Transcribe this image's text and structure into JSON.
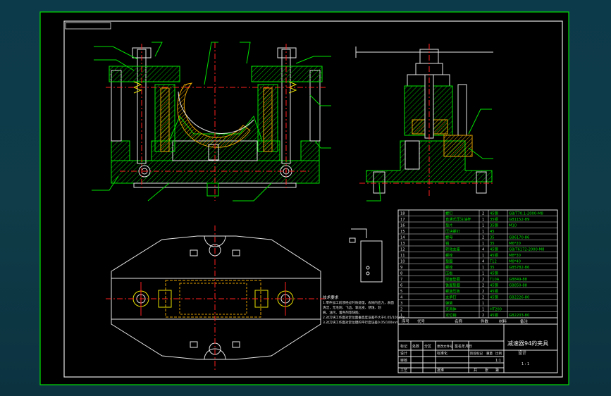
{
  "title_block": {
    "main_title": "减速器94的夹具",
    "sub_title": "设计",
    "scale_row": "1:1",
    "sheet": "1 : 1"
  },
  "header_row": {
    "col_no": "序号",
    "col_code": "代号",
    "col_name": "名称",
    "col_qty": "件数",
    "col_mat": "材料",
    "col_note": "备注"
  },
  "parts_list": [
    {
      "no": "18",
      "name": "螺钉",
      "qty": "2",
      "mat": "45钢",
      "code": "GB/T70.1-2000-M8"
    },
    {
      "no": "17",
      "name": "直通式压注油杯",
      "qty": "1",
      "mat": "35钢",
      "code": "GB1152-89"
    },
    {
      "no": "16",
      "name": "垫片",
      "qty": "1",
      "mat": "35钢",
      "code": "M10"
    },
    {
      "no": "15",
      "name": "压块螺钉",
      "qty": "1",
      "mat": "45",
      "code": ""
    },
    {
      "no": "14",
      "name": "螺母",
      "qty": "2",
      "mat": "35",
      "code": "GB6170-86"
    },
    {
      "no": "13",
      "name": "销",
      "qty": "1",
      "mat": "35",
      "code": "M6*20"
    },
    {
      "no": "12",
      "name": "转动支座",
      "qty": "4",
      "mat": "45钢",
      "code": "GB/T6172-2000-M8"
    },
    {
      "no": "11",
      "name": "螺栓",
      "qty": "1",
      "mat": "45钢",
      "code": "M8*30"
    },
    {
      "no": "10",
      "name": "垫圈",
      "qty": "4",
      "mat": "T12",
      "code": "M8*40"
    },
    {
      "no": "9",
      "name": "螺栓",
      "qty": "1",
      "mat": "35",
      "code": "GB5782-86"
    },
    {
      "no": "8",
      "name": "压板",
      "qty": "1",
      "mat": "45钢",
      "code": ""
    },
    {
      "no": "7",
      "name": "球面垫圈",
      "qty": "2",
      "mat": "T10A",
      "code": "GB849-88"
    },
    {
      "no": "6",
      "name": "锥面垫圈",
      "qty": "2",
      "mat": "45钢",
      "code": "GB850-88"
    },
    {
      "no": "5",
      "name": "螺旋压板",
      "qty": "2",
      "mat": "45钢",
      "code": ""
    },
    {
      "no": "4",
      "name": "支承钉",
      "qty": "2",
      "mat": "45钢",
      "code": "GB2226-80"
    },
    {
      "no": "3",
      "name": "弹簧",
      "qty": "1",
      "mat": "",
      "code": ""
    },
    {
      "no": "2",
      "name": "夹具体",
      "qty": "1",
      "mat": "HT200",
      "code": ""
    },
    {
      "no": "1",
      "name": "定位销",
      "qty": "2",
      "mat": "45钢",
      "code": "GB2203-80"
    }
  ],
  "tech_requirements": {
    "heading": "技术要求",
    "lines": [
      "1.零件加工前须经过时效处理，去除内应力，表面",
      "   清洁，无毛刺、飞边、氧化皮、锈蚀、划",
      "   痕、油污、着色剂等缺陷；",
      "2.对刀块工作面对定位面垂直度误差不大于0.05/100mm",
      "3.对刀块工作面对定位键的平行度误差0.05/100mm"
    ]
  },
  "sign_rows": {
    "r1": [
      "标记",
      "处数",
      "分区",
      "更改文件号",
      "签名",
      "年月日"
    ],
    "r2": [
      "设计",
      "",
      "标准化",
      "阶段标记",
      "重量",
      "比例"
    ],
    "r3": [
      "审核",
      "",
      "",
      "",
      "",
      ""
    ],
    "r4": [
      "工艺",
      "",
      "批准",
      "共",
      "张",
      "第"
    ]
  },
  "colors": {
    "frame": "#e6e6e6",
    "outline": "#00e000",
    "red": "#ff2020",
    "yellow": "#e8e000",
    "orange": "#e0a000",
    "cyan": "#30d0e0"
  }
}
